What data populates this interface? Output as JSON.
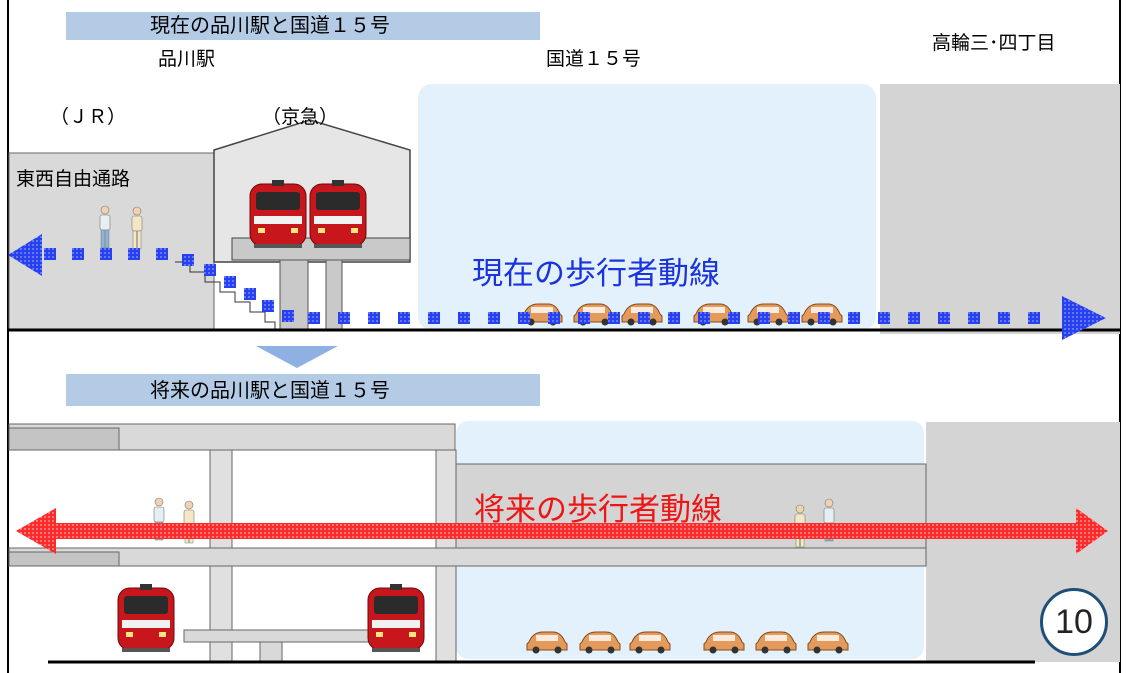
{
  "current": {
    "banner": "現在の品川駅と国道１５号",
    "label_station": "品川駅",
    "label_route": "国道１５号",
    "label_takanawa": "高輪三･四丁目",
    "label_jr": "（ＪＲ）",
    "label_keikyu": "（京急）",
    "label_corridor": "東西自由通路",
    "flow_label": "現在の歩行者動線"
  },
  "future": {
    "banner": "将来の品川駅と国道１５号",
    "flow_label": "将来の歩行者動線"
  },
  "page_number": "10",
  "colors": {
    "banner": "#b4cbe6",
    "sky_area": "#e2f1fb",
    "building": "#d4d4d4",
    "current_flow": "#1a33dd",
    "future_flow": "#ee1515",
    "train": "#c8161d"
  }
}
